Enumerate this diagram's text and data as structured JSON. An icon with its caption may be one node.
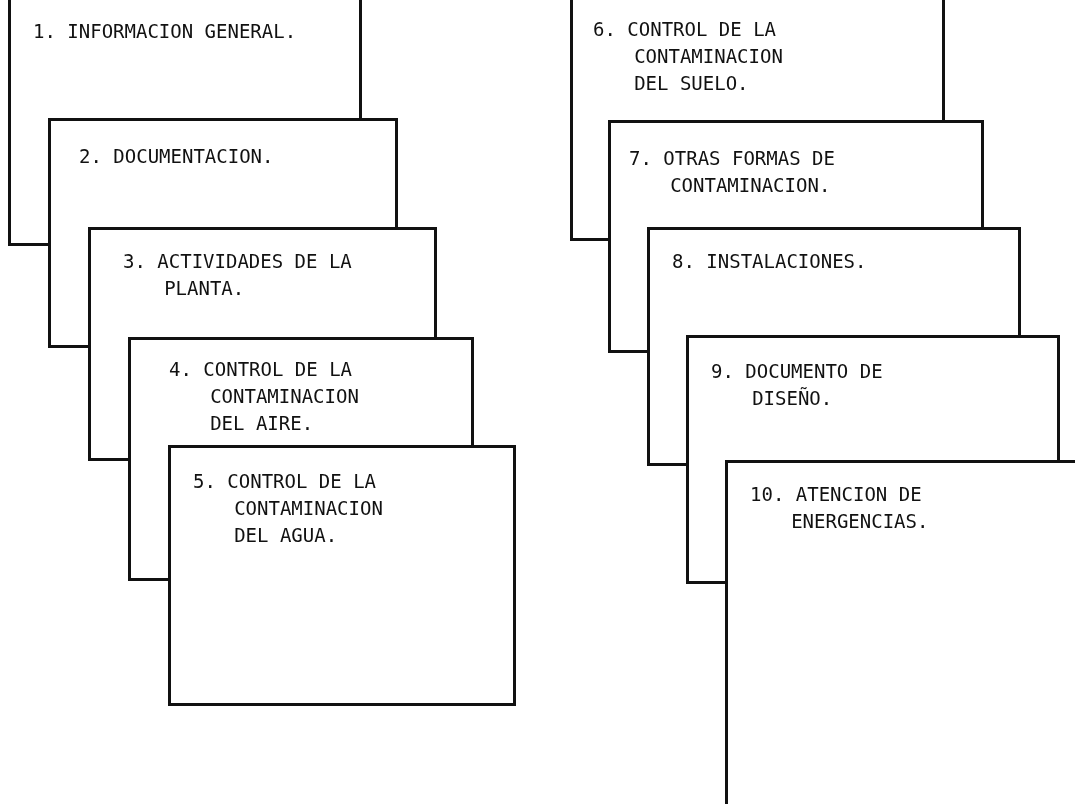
{
  "diagram": {
    "nodes": [
      {
        "text": [
          "1. INFORMACION GENERAL."
        ]
      },
      {
        "text": [
          "2. DOCUMENTACION."
        ]
      },
      {
        "text": [
          "3. ACTIVIDADES DE LA PLANTA."
        ]
      },
      {
        "text": [
          "4. CONTROL DE LA CONTAMINACION DEL AIRE."
        ]
      },
      {
        "text": [
          "5. CONTROL DE LA CONTAMINACION DEL AGUA."
        ]
      },
      {
        "text": [
          "6. CONTROL DE LA CONTAMINACION DEL SUELO."
        ]
      },
      {
        "text": [
          "7. OTRAS FORMAS DE CONTAMINACION."
        ]
      },
      {
        "text": [
          "8. INSTALACIONES."
        ]
      },
      {
        "text": [
          "9. DOCUMENTO DE DISEÑO."
        ]
      },
      {
        "text": [
          "10. ATENCION DE ENERGENCIAS."
        ]
      }
    ],
    "edges": []
  }
}
